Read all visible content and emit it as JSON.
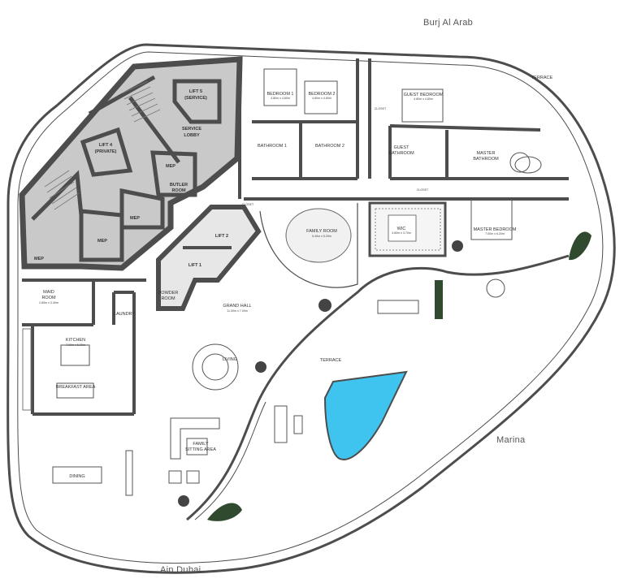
{
  "context": {
    "top": "Burj Al Arab",
    "right": "Marina",
    "bottom": "Ain Dubai"
  },
  "rooms": {
    "lift_service_1": "LIFT 5",
    "lift_service_2": "(SERVICE)",
    "service_lobby_1": "SERVICE",
    "service_lobby_2": "LOBBY",
    "lift_private_1": "LIFT 4",
    "lift_private_2": "(PRIVATE)",
    "mep_a": "MEP",
    "mep_b": "MEP",
    "mep_c": "MEP",
    "mep_d": "MEP",
    "pantry_1": "BUTLER",
    "pantry_2": "ROOM",
    "lift_2": "LIFT 2",
    "lift_1": "LIFT 1",
    "powder_1": "POWDER",
    "powder_2": "ROOM",
    "grand_hall": "GRAND HALL",
    "grand_hall_dim": "11.00m x 7.00m",
    "maid_room_1": "MAID",
    "maid_room_2": "ROOM",
    "maid_room_dim": "2.80m x 3.40m",
    "laundry": "LAUNDRY",
    "kitchen": "KITCHEN",
    "kitchen_dim": "7.00m x 5.20m",
    "breakfast": "BREAKFAST AREA",
    "dining": "DINING",
    "living": "LIVING",
    "family_sitting_1": "FAMILY",
    "family_sitting_2": "SITTING AREA",
    "family_room": "FAMILY ROOM",
    "family_room_dim": "5.40m x 5.20m",
    "bedroom_1": "BEDROOM 1",
    "bedroom_1_dim": "4.80m x 4.80m",
    "bedroom_2": "BEDROOM 2",
    "bedroom_2_dim": "4.80m x 4.80m",
    "bathroom_1": "BATHROOM 1",
    "bathroom_2": "BATHROOM 2",
    "guest_bedroom": "GUEST BEDROOM",
    "guest_bedroom_dim": "4.80m x 4.80m",
    "guest_bathroom_1": "GUEST",
    "guest_bathroom_2": "BATHROOM",
    "master_bathroom_1": "MASTER",
    "master_bathroom_2": "BATHROOM",
    "master_bedroom": "MASTER BEDROOM",
    "master_bedroom_dim": "7.00m x 6.20m",
    "wic": "WIC",
    "wic_dim": "3.80m x 3.70m",
    "terrace_main": "TERRACE",
    "terrace_top": "TERRACE",
    "closet_a": "CLOSET",
    "closet_b": "CLOSET",
    "closet_c": "CLOSET"
  },
  "colors": {
    "wall": "#4d4d4d",
    "core_fill": "#c9c9c9",
    "pool": "#3fc3ef",
    "planter": "#2f4a2f",
    "furniture": "#555555"
  }
}
